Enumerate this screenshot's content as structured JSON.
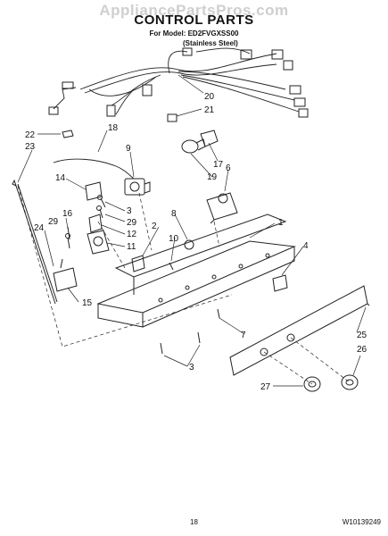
{
  "watermark": "AppliancePartsPros.com",
  "title": "CONTROL PARTS",
  "model_line": "For Model: ED2FVGXSS00",
  "finish_line": "(Stainless Steel)",
  "page_number": "18",
  "doc_number": "W10139249",
  "callouts": [
    "20",
    "21",
    "22",
    "23",
    "18",
    "9",
    "17",
    "19",
    "6",
    "14",
    "3",
    "29",
    "16",
    "29",
    "12",
    "11",
    "24",
    "2",
    "8",
    "10",
    "1",
    "4",
    "15",
    "7",
    "3",
    "25",
    "26",
    "27"
  ]
}
